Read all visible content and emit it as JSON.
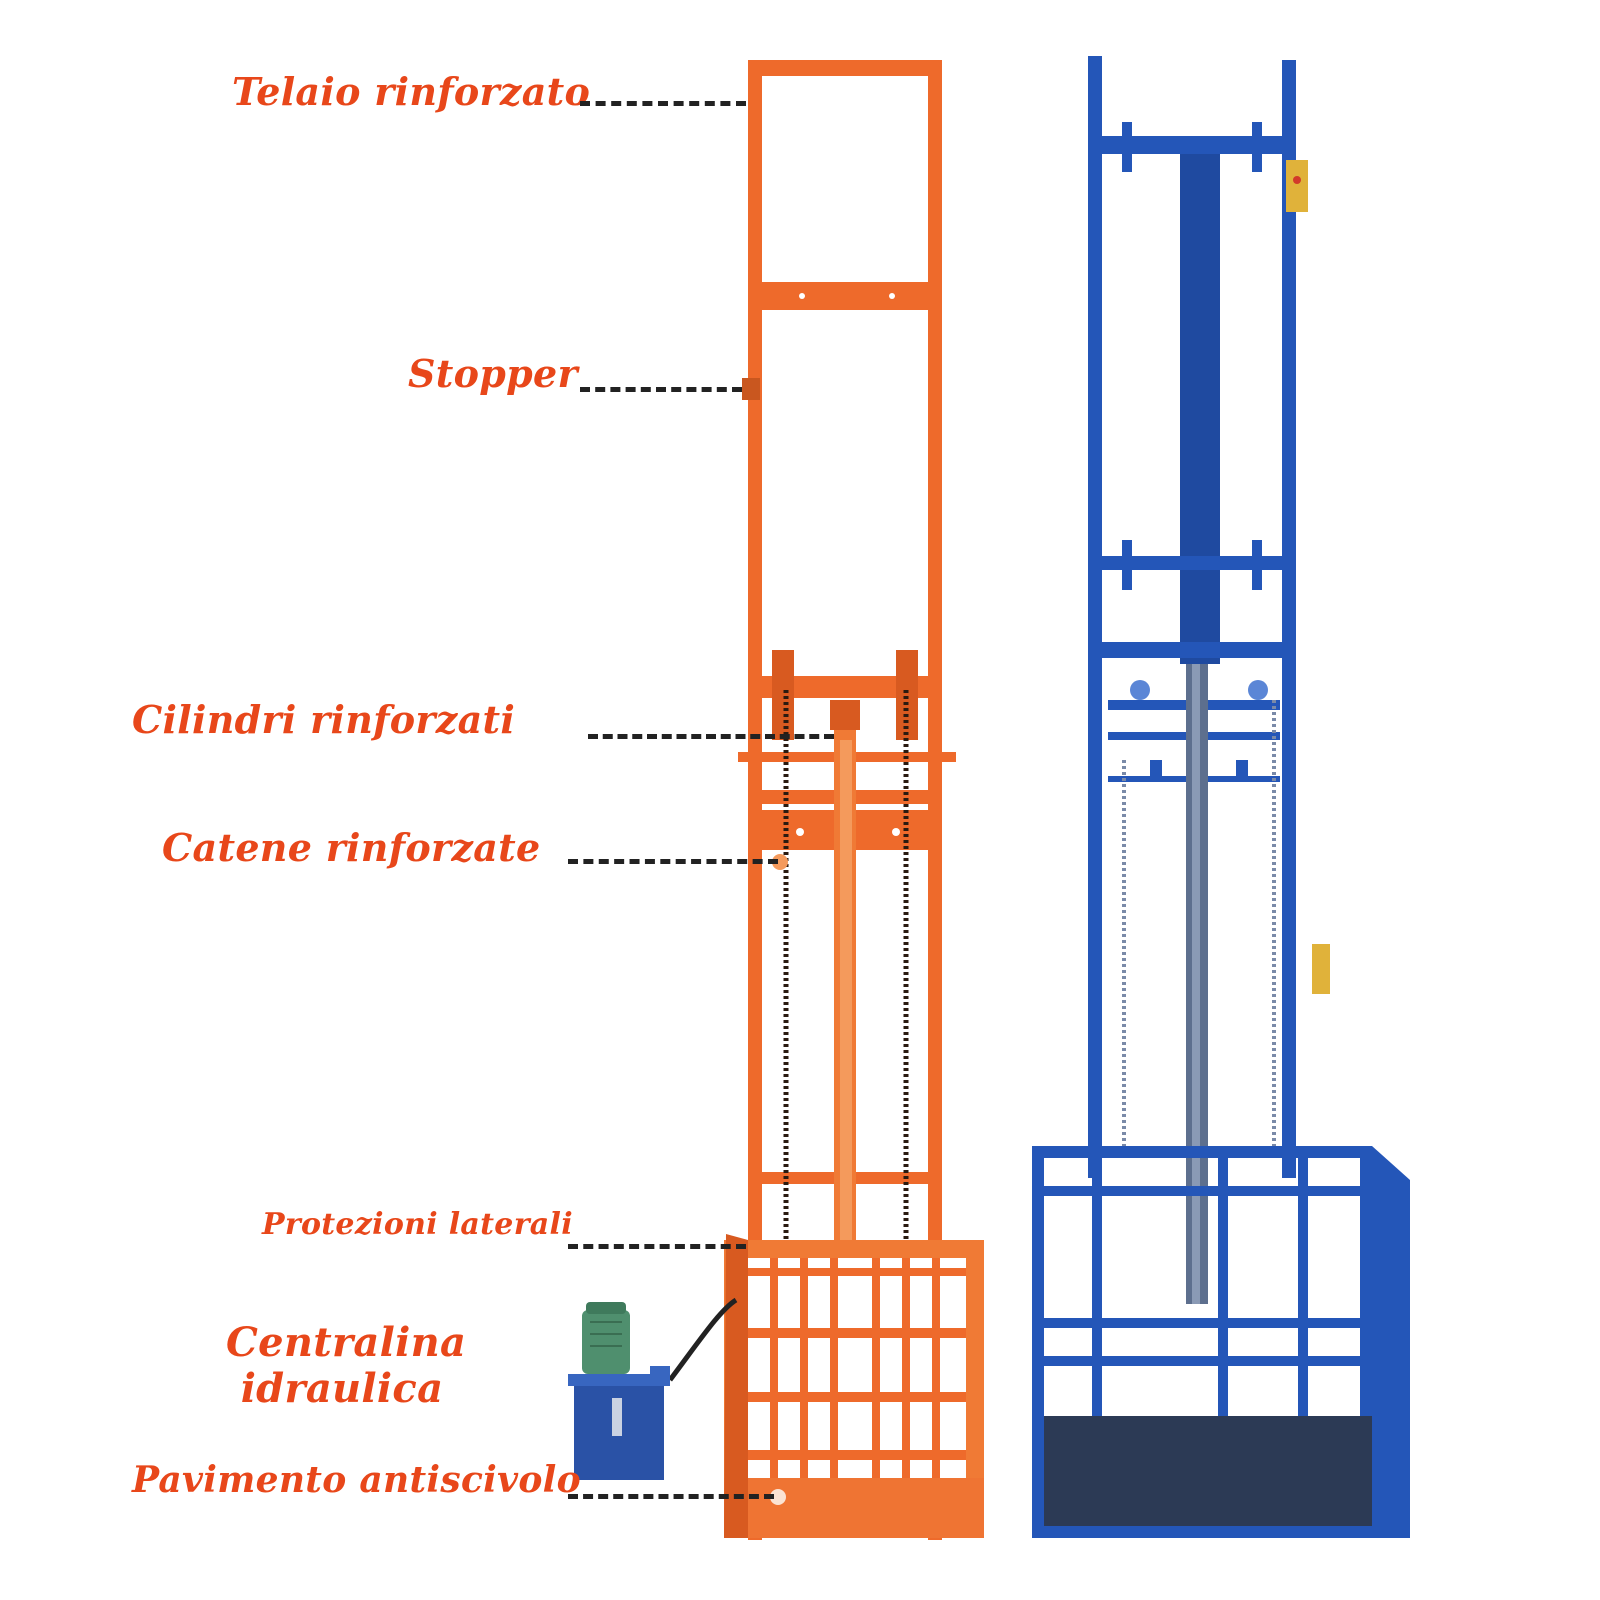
{
  "labels": {
    "telaio": "Telaio rinforzato",
    "stopper": "Stopper",
    "cilindri": "Cilindri rinforzati",
    "catene": "Catene rinforzate",
    "protezioni": "Protezioni laterali",
    "centralina_line1": "Centralina",
    "centralina_line2": "idraulica",
    "pavimento": "Pavimento antiscivolo"
  },
  "colors": {
    "label": "#e8471a",
    "orange_lift": "#ee6a2b",
    "blue_lift": "#2456b8",
    "motor": "#4f8f6e",
    "tank": "#2a52a6"
  }
}
